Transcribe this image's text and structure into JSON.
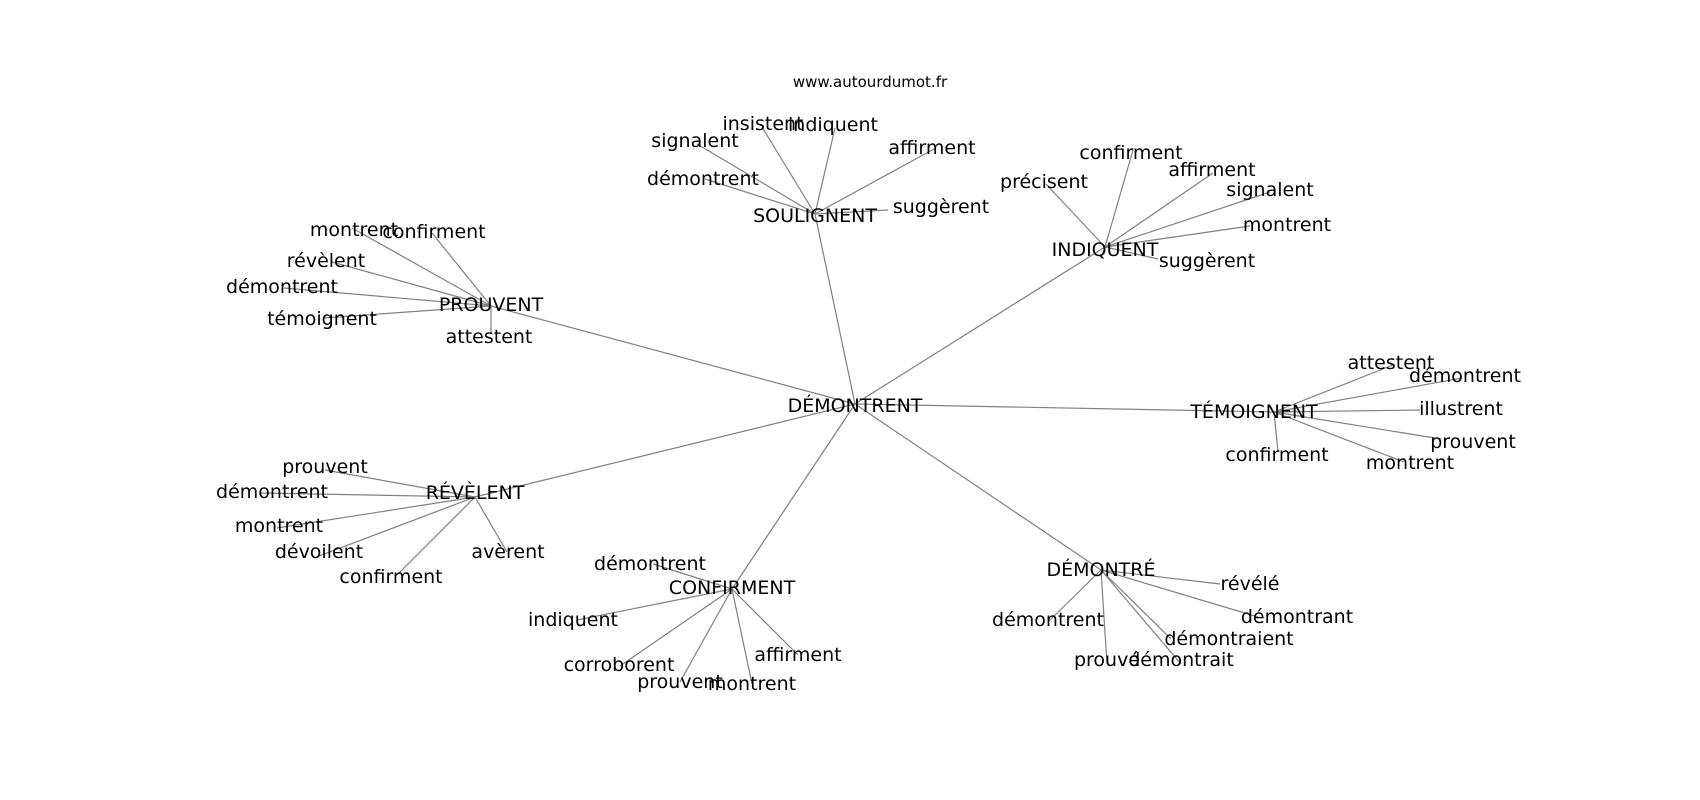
{
  "site": "www.autourdumot.fr",
  "center": "DÉMONTRENT",
  "clusters": [
    {
      "label": "SOULIGNENT",
      "words": [
        "insistent",
        "indiquent",
        "signalent",
        "affirment",
        "démontrent",
        "suggèrent"
      ]
    },
    {
      "label": "INDIQUENT",
      "words": [
        "confirment",
        "précisent",
        "affirment",
        "signalent",
        "montrent",
        "suggèrent"
      ]
    },
    {
      "label": "PROUVENT",
      "words": [
        "montrent",
        "confirment",
        "révèlent",
        "démontrent",
        "témoignent",
        "attestent"
      ]
    },
    {
      "label": "TÉMOIGNENT",
      "words": [
        "attestent",
        "démontrent",
        "illustrent",
        "prouvent",
        "confirment",
        "montrent"
      ]
    },
    {
      "label": "RÉVÈLENT",
      "words": [
        "prouvent",
        "démontrent",
        "montrent",
        "dévoilent",
        "confirment",
        "avèrent"
      ]
    },
    {
      "label": "DÉMONTRÉ",
      "words": [
        "révélé",
        "démontrant",
        "démontrent",
        "démontraient",
        "prouvé",
        "démontrait"
      ]
    },
    {
      "label": "CONFIRMENT",
      "words": [
        "démontrent",
        "indiquent",
        "affirment",
        "corroborent",
        "prouvent",
        "montrent"
      ]
    }
  ]
}
